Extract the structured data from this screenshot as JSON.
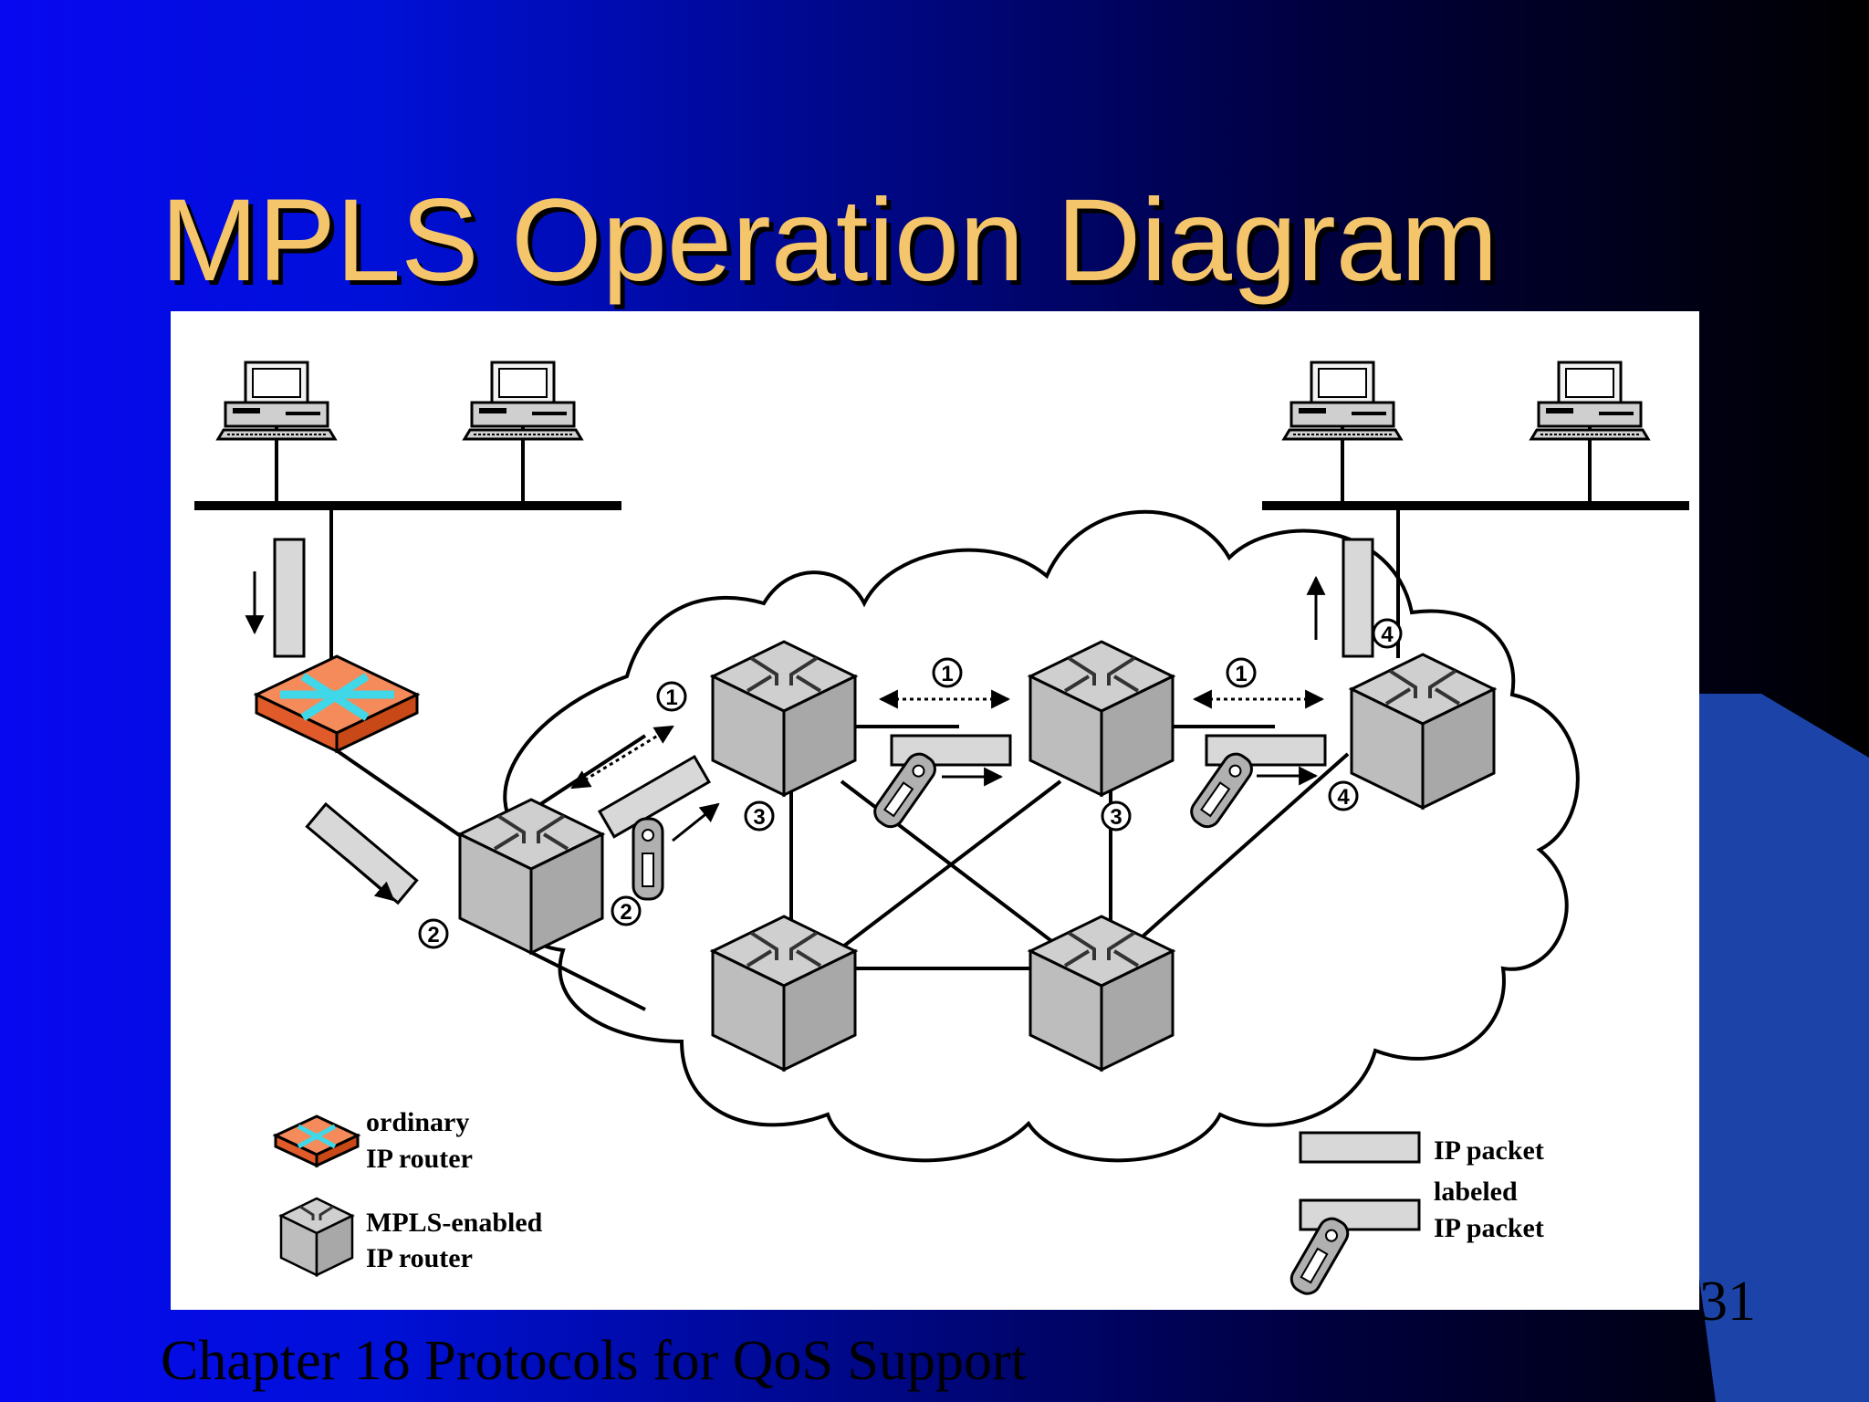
{
  "slide": {
    "title": "MPLS Operation Diagram",
    "footer": "Chapter 18 Protocols for QoS Support",
    "page_number": "31"
  },
  "colors": {
    "title": "#f5c56b",
    "ordinary_router": "#f06a3a",
    "router_arrows": "#40d8e8",
    "mpls_router_side": "#a8a8a8",
    "mpls_router_top": "#cfcfcf",
    "packet_fill": "#d8d8d8"
  },
  "legend": {
    "ordinary_router": [
      "ordinary",
      "IP router"
    ],
    "mpls_router": [
      "MPLS-enabled",
      "IP router"
    ],
    "ip_packet": "IP packet",
    "labeled_packet": [
      "labeled",
      "IP packet"
    ]
  },
  "steps": {
    "s1": "1",
    "s2": "2",
    "s3": "3",
    "s4": "4"
  },
  "icons": [
    "computer-icon",
    "ordinary-ip-router-icon",
    "mpls-router-icon",
    "ip-packet-icon",
    "label-tag-icon",
    "arrow-icon"
  ]
}
